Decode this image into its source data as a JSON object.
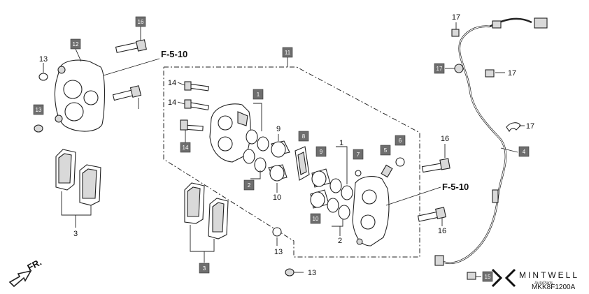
{
  "diagram": {
    "code": "MKK8F1200A",
    "front_label": "FR.",
    "watermark": {
      "brand": "MINTWELL",
      "tagline": "AutoParts"
    },
    "references": [
      "F-5-10",
      "F-5-10"
    ],
    "callouts": {
      "c1": "1",
      "c1b": "1",
      "c2": "2",
      "c2b": "2",
      "c3": "3",
      "c3b": "3",
      "c4": "4",
      "c5": "5",
      "c6": "6",
      "c7": "7",
      "c8": "8",
      "c9": "9",
      "c9b": "9",
      "c10": "10",
      "c10b": "10",
      "c11": "11",
      "c12": "12",
      "c13a": "13",
      "c13b": "13",
      "c13c": "13",
      "c13d": "13",
      "c14a": "14",
      "c14b": "14",
      "c14c": "14",
      "c15": "15",
      "c16a": "16",
      "c16b": "16",
      "c16c": "16",
      "c17a": "17",
      "c17b": "17",
      "c17c": "17",
      "c17d": "17"
    }
  }
}
